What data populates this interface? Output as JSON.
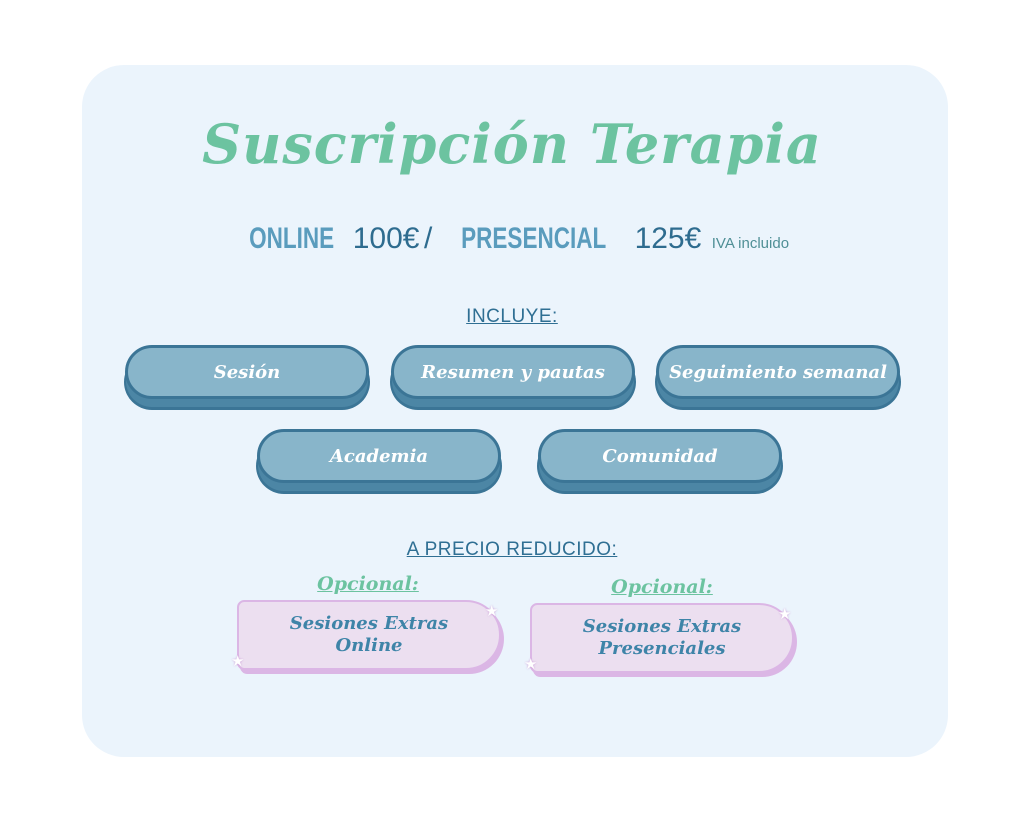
{
  "title": "Suscripción Terapia",
  "pricing": {
    "online_label": "ONLINE",
    "online_price": "100€",
    "separator": "/",
    "presencial_label": "PRESENCIAL",
    "presencial_price": "125€",
    "tax_note": "IVA incluido"
  },
  "includes": {
    "heading": "INCLUYE:",
    "items": [
      "Sesión",
      "Resumen y pautas",
      "Seguimiento semanal",
      "Academia",
      "Comunidad"
    ]
  },
  "reduced": {
    "heading": "A PRECIO REDUCIDO:",
    "options": [
      {
        "label": "Opcional:",
        "line1": "Sesiones Extras",
        "line2": "Online"
      },
      {
        "label": "Opcional:",
        "line1": "Sesiones Extras",
        "line2": "Presenciales"
      }
    ]
  },
  "colors": {
    "accent_green": "#6cc3a0",
    "pill_fill": "#88b5ca",
    "pill_border": "#3b7596",
    "extra_fill": "#ecdff0"
  }
}
